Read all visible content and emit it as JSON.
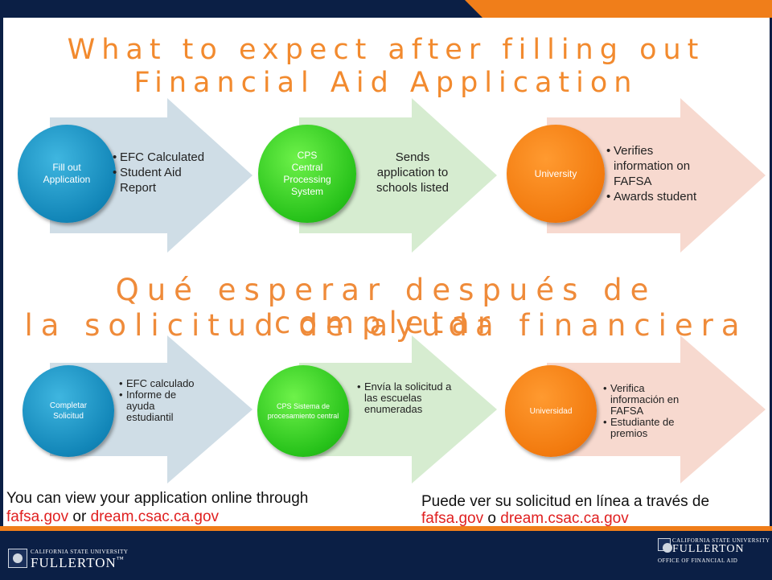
{
  "title_en": {
    "line1": "What to expect after filling out",
    "line2": "Financial Aid Application"
  },
  "title_es": {
    "line1": "Qué esperar después de completar",
    "line2": "la solicitud de ayuda financiera"
  },
  "steps_en": [
    {
      "circle": "Fill out Application",
      "bullets": [
        "EFC Calculated",
        "Student Aid Report"
      ]
    },
    {
      "circle_lines": [
        "CPS",
        "Central Processing System"
      ],
      "text": "Sends application to schools listed"
    },
    {
      "circle": "University",
      "bullets": [
        "Verifies information on FAFSA",
        "Awards student"
      ]
    }
  ],
  "steps_es": [
    {
      "circle": "Completar Solicitud",
      "bullets": [
        "EFC calculado",
        "Informe de ayuda estudiantil"
      ]
    },
    {
      "circle": "CPS Sistema de procesamiento central",
      "bullets": [
        "Envía la solicitud a las escuelas enumeradas"
      ]
    },
    {
      "circle": "Universidad",
      "bullets": [
        "Verifica información en FAFSA",
        "Estudiante de premios"
      ]
    }
  ],
  "note_en": {
    "text": "You can view your application online through",
    "link1": "fafsa.gov",
    "conj": "or",
    "link2": "dream.csac.ca.gov"
  },
  "note_es": {
    "text": "Puede ver su solicitud en línea a través de",
    "link1": "fafsa.gov",
    "conj": "o",
    "link2": "dream.csac.ca.gov"
  },
  "footer": {
    "left_small": "CALIFORNIA STATE UNIVERSITY",
    "left_big": "FULLERTON",
    "left_tm": "™",
    "right_small": "CALIFORNIA STATE UNIVERSITY",
    "right_big": "FULLERTON",
    "right_sub": "OFFICE OF FINANCIAL AID"
  },
  "colors": {
    "navy": "#0b1f45",
    "orange": "#f07e1a",
    "title": "#f28a2e",
    "link": "#e02020",
    "arrow_blue": "#cfdde6",
    "arrow_green": "#d6ecd0",
    "arrow_peach": "#f7d9cf"
  }
}
